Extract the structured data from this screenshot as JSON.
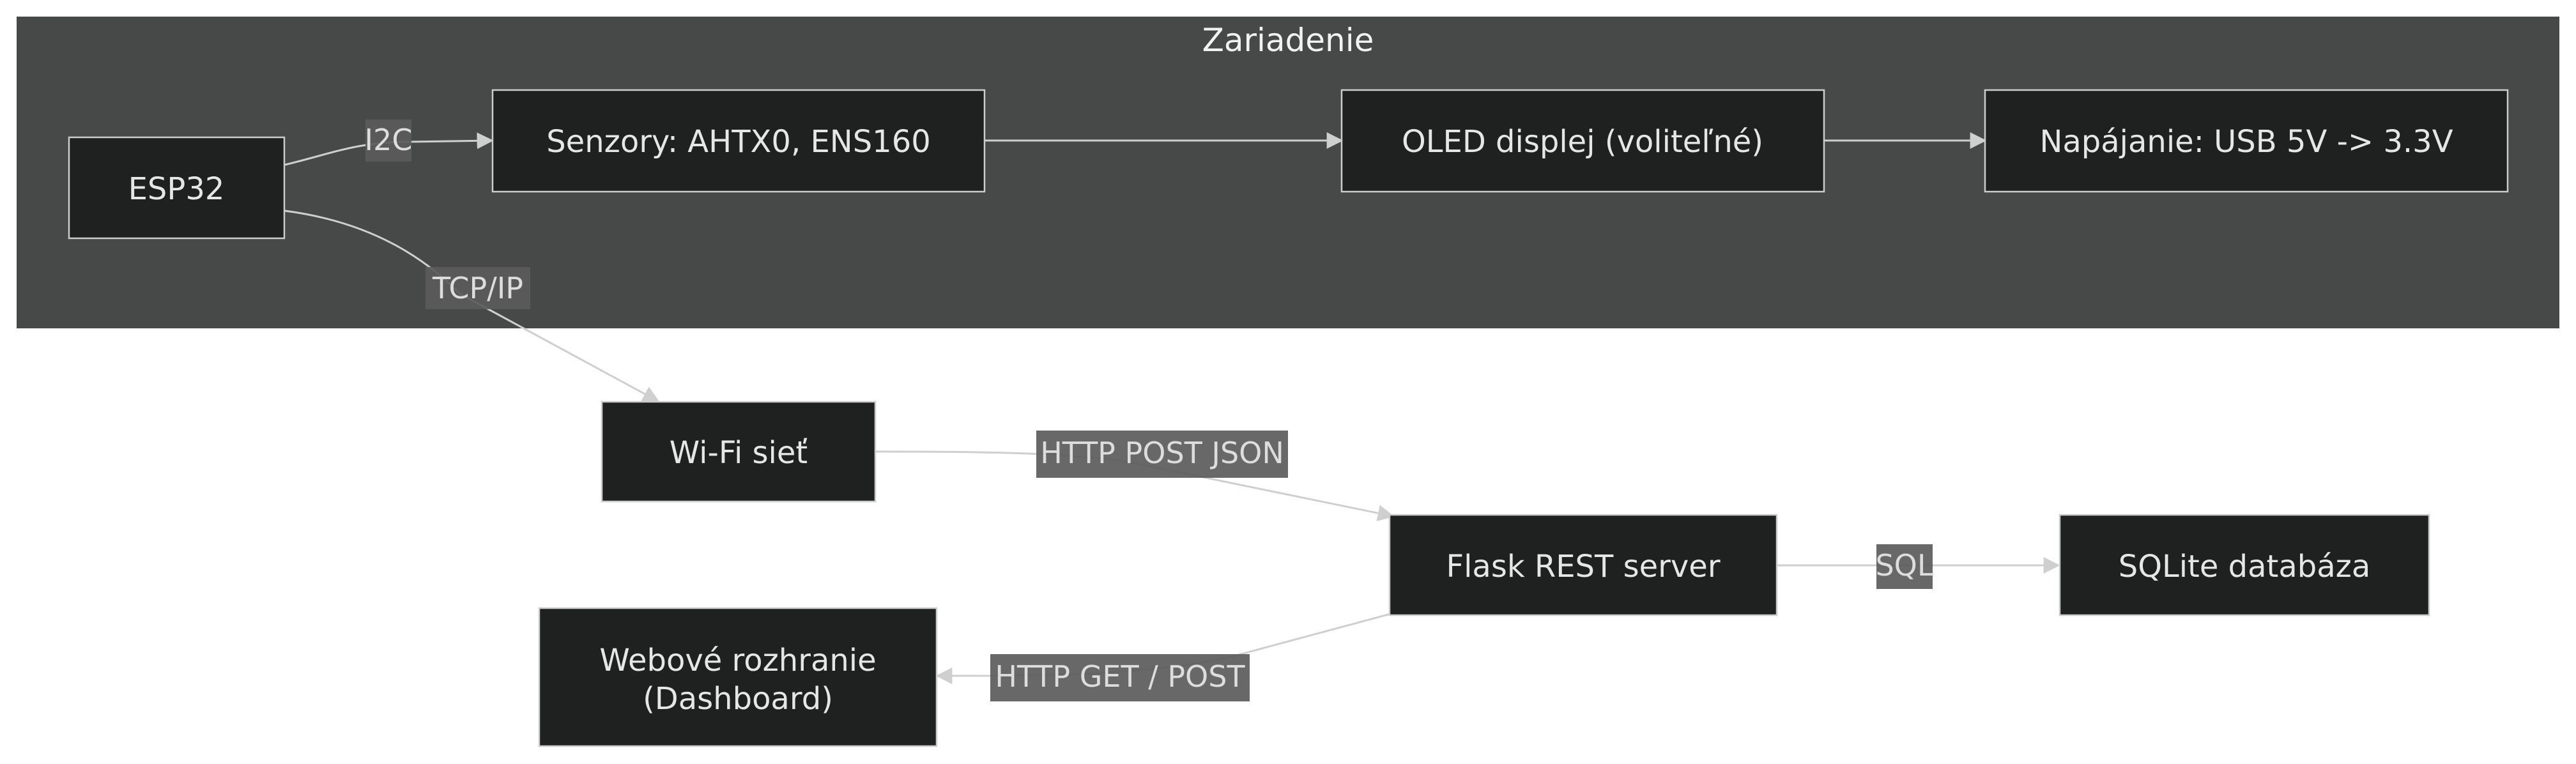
{
  "cluster": {
    "title": "Zariadenie"
  },
  "nodes": {
    "esp32": "ESP32",
    "sensors": "Senzory: AHTX0, ENS160",
    "oled": "OLED displej (voliteľné)",
    "power": "Napájanie: USB 5V -> 3.3V",
    "wifi": "Wi-Fi sieť",
    "flask": "Flask REST server",
    "sqlite": "SQLite databáza",
    "web_line1": "Webové rozhranie",
    "web_line2": "(Dashboard)"
  },
  "edges": {
    "i2c": "I2C",
    "tcpip": "TCP/IP",
    "http_post": "HTTP POST JSON",
    "sql": "SQL",
    "http_get_post": "HTTP GET / POST"
  },
  "colors": {
    "background": "#ffffff",
    "cluster": "#474848",
    "node_fill": "#1f2020",
    "node_stroke": "#cccccc",
    "edge": "#cfcfcf"
  }
}
